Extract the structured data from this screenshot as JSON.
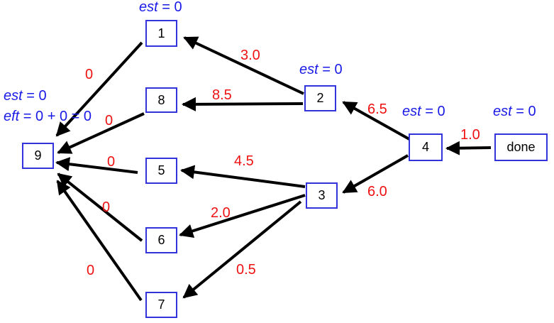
{
  "nodes": {
    "n1": "1",
    "n2": "2",
    "n3": "3",
    "n4": "4",
    "n5": "5",
    "n6": "6",
    "n7": "7",
    "n8": "8",
    "n9": "9",
    "done": "done"
  },
  "edge_weights": {
    "done_4": "1.0",
    "n4_2": "6.5",
    "n4_3": "6.0",
    "n2_1": "3.0",
    "n2_8": "8.5",
    "n3_5": "4.5",
    "n3_6": "2.0",
    "n3_7": "0.5",
    "n1_9": "0",
    "n8_9": "0",
    "n5_9": "0",
    "n6_9": "0",
    "n7_9": "0"
  },
  "annotations": {
    "est_1": {
      "var": "est",
      "rest": " = 0"
    },
    "est_2": {
      "var": "est",
      "rest": " = 0"
    },
    "est_4": {
      "var": "est",
      "rest": " = 0"
    },
    "est_done": {
      "var": "est",
      "rest": " = 0"
    },
    "est_9": {
      "var": "est",
      "rest": " = 0"
    },
    "eft_9": {
      "var": "eft",
      "rest": " = 0 + 0 = 0"
    }
  },
  "colors": {
    "node_border": "#3333dd",
    "edge_label": "#ee1111",
    "annotation": "#1a1ae6",
    "arrow": "#000000"
  }
}
